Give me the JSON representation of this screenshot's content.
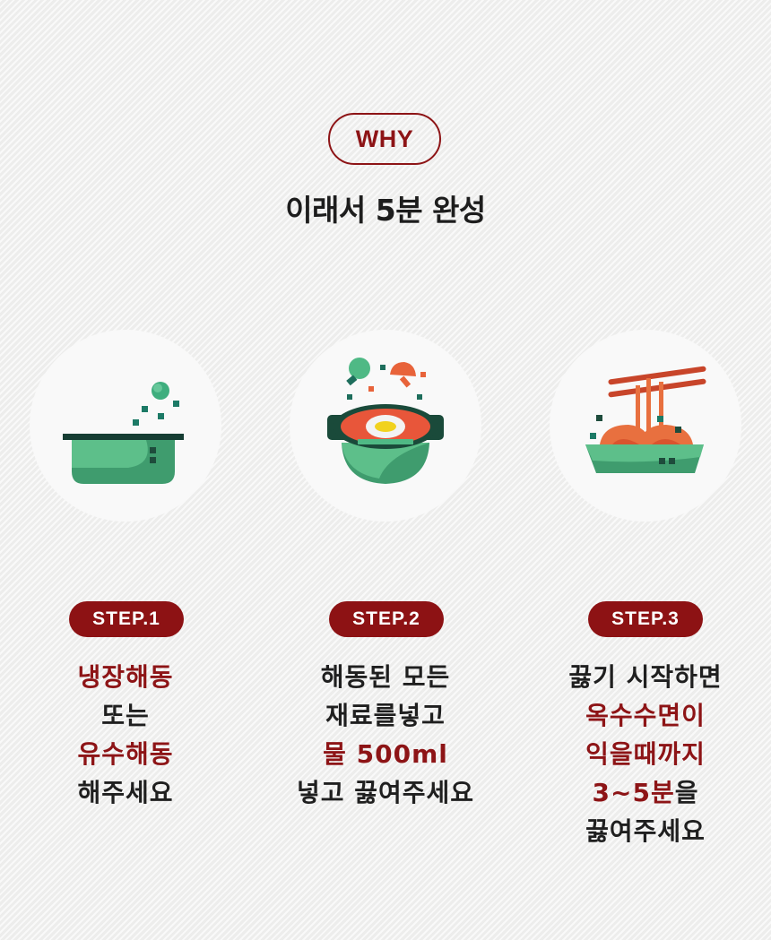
{
  "header": {
    "badge_label": "WHY",
    "title": "이래서 5분 완성"
  },
  "colors": {
    "accent": "#8d1416",
    "text": "#1f1f1f",
    "icon_green": "#4fb985",
    "icon_dark": "#1f4a3a",
    "icon_orange": "#e8633a"
  },
  "steps": [
    {
      "label": "STEP.1",
      "icon": "pot-defrost-icon",
      "lines": [
        {
          "text": "냉장해동",
          "highlight": true
        },
        {
          "text": "또는",
          "highlight": false
        },
        {
          "text": "유수해동",
          "highlight": true
        },
        {
          "text": "해주세요",
          "highlight": false
        }
      ]
    },
    {
      "label": "STEP.2",
      "icon": "hotpot-icon",
      "lines": [
        {
          "text": "해동된 모든",
          "highlight": false
        },
        {
          "text": "재료를넣고",
          "highlight": false
        },
        {
          "text": "물 500ml",
          "highlight": true
        },
        {
          "text": "넣고 끓여주세요",
          "highlight": false
        }
      ]
    },
    {
      "label": "STEP.3",
      "icon": "noodle-bowl-icon",
      "lines": [
        {
          "text": "끓기 시작하면",
          "highlight": false
        },
        {
          "text": "옥수수면이",
          "highlight": true
        },
        {
          "text": "익을때까지",
          "highlight": true
        },
        {
          "text_red": "3~5분",
          "text_rest": "을",
          "mixed": true
        },
        {
          "text": "끓여주세요",
          "highlight": false
        }
      ]
    }
  ]
}
